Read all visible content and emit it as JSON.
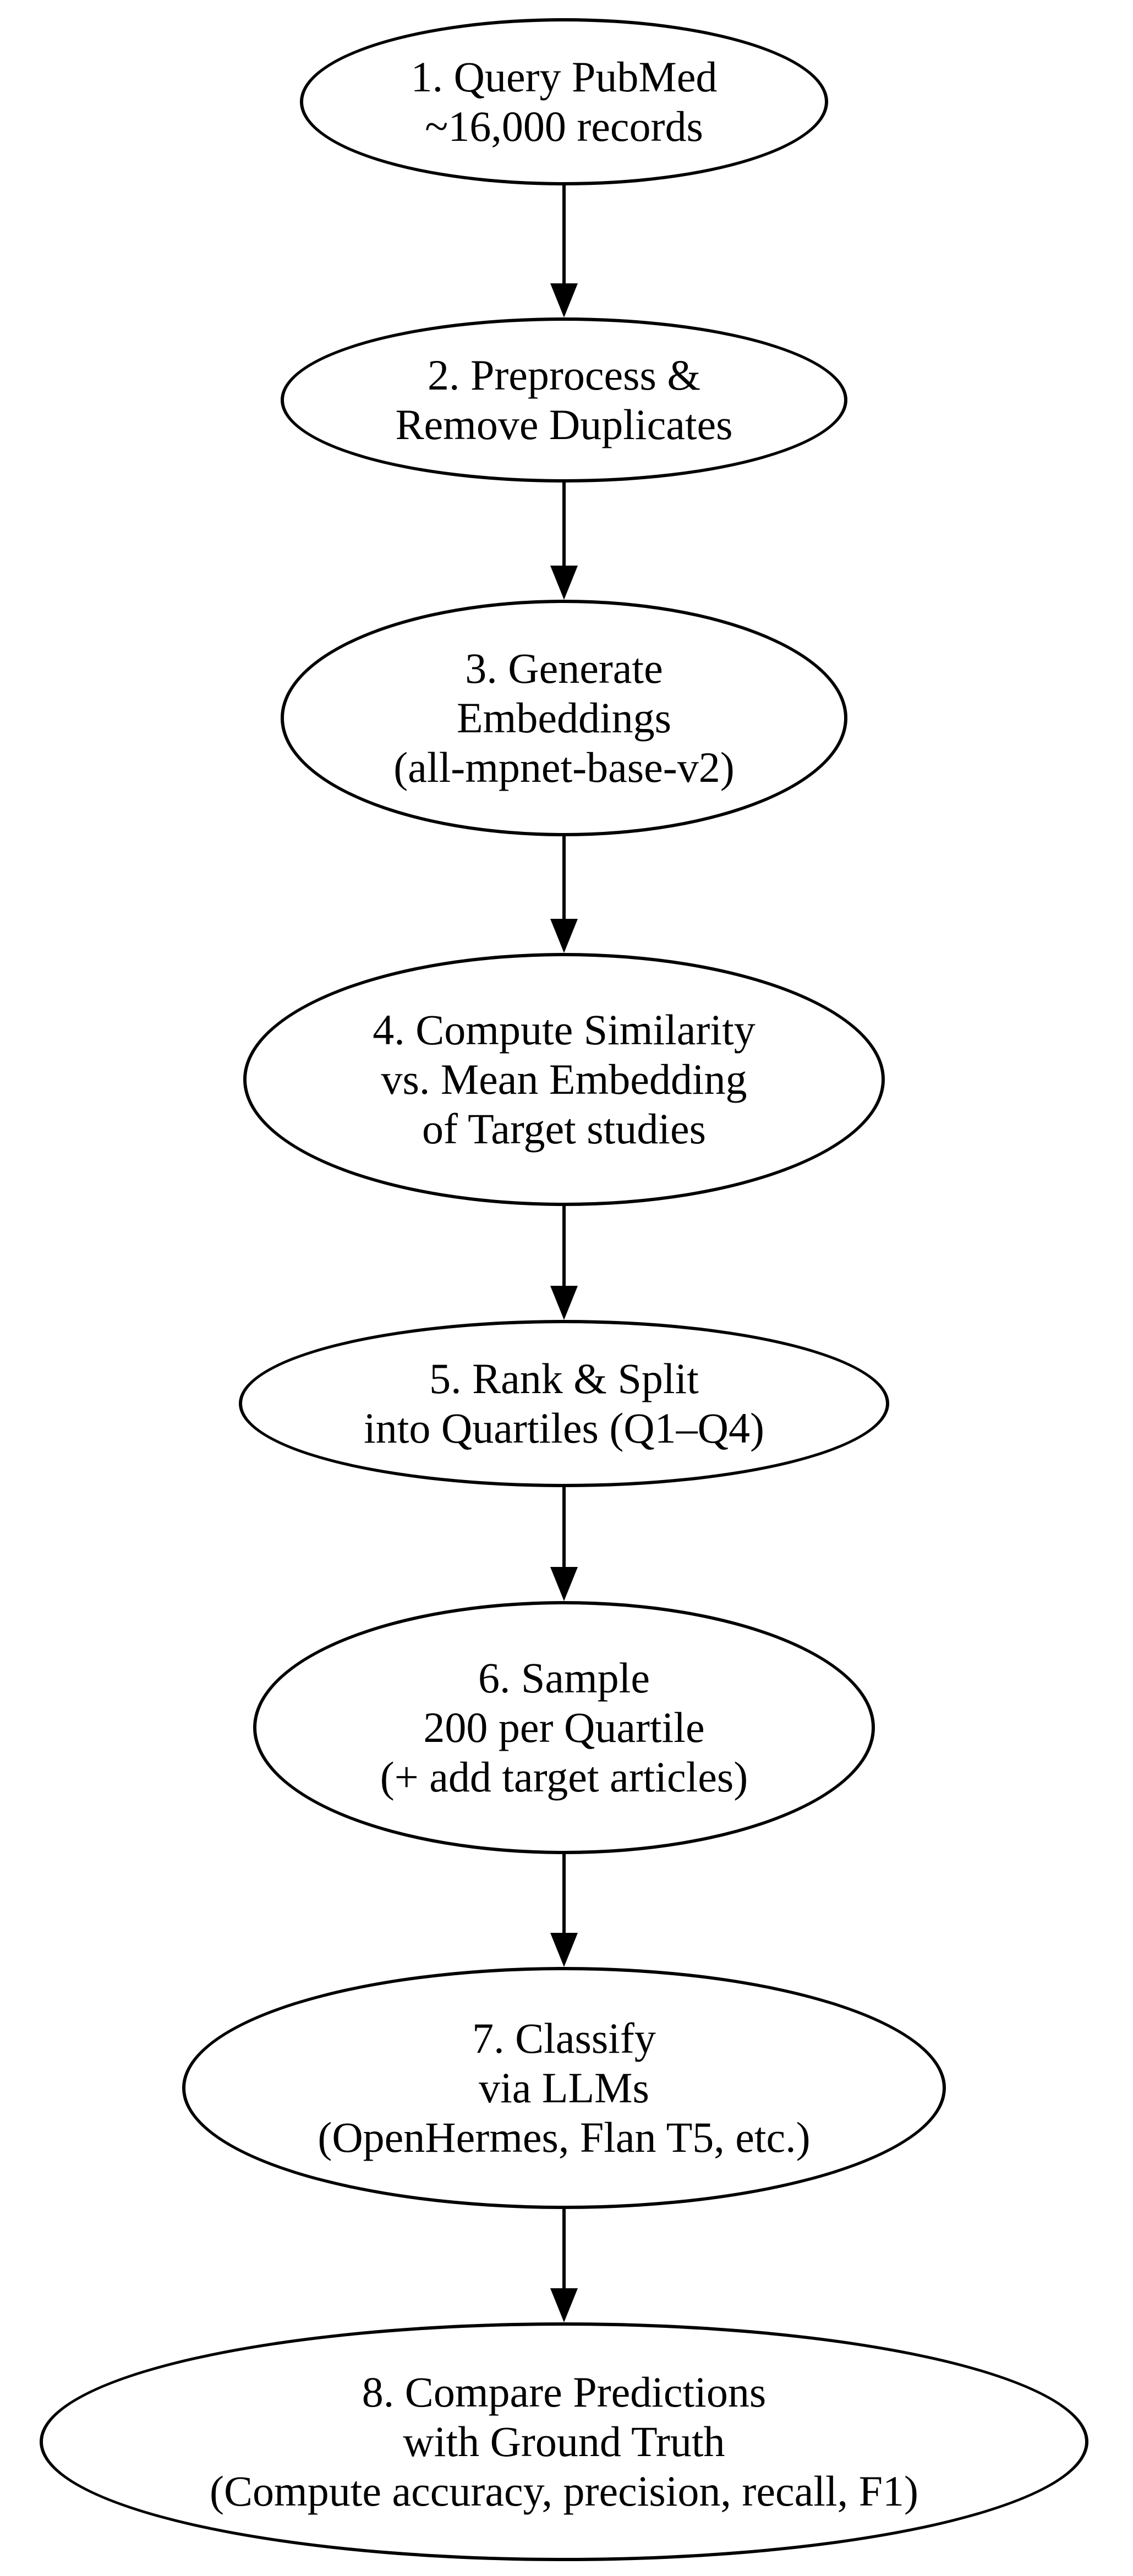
{
  "page": {
    "background_color": "#ffffff",
    "stroke_color": "#000000",
    "text_color": "#000000"
  },
  "diagram": {
    "type": "flowchart",
    "direction": "top-down",
    "node_shape": "ellipse",
    "nodes": [
      {
        "id": "1",
        "text": "1. Query PubMed\n~16,000 records"
      },
      {
        "id": "2",
        "text": "2. Preprocess &\nRemove Duplicates"
      },
      {
        "id": "3",
        "text": "3. Generate\nEmbeddings\n(all-mpnet-base-v2)"
      },
      {
        "id": "4",
        "text": "4. Compute Similarity\nvs. Mean Embedding\nof Target studies"
      },
      {
        "id": "5",
        "text": "5. Rank & Split\ninto Quartiles (Q1–Q4)"
      },
      {
        "id": "6",
        "text": "6. Sample\n200 per Quartile\n(+ add target articles)"
      },
      {
        "id": "7",
        "text": "7. Classify\nvia LLMs\n(OpenHermes, Flan T5, etc.)"
      },
      {
        "id": "8",
        "text": "8. Compare Predictions\nwith Ground Truth\n(Compute accuracy, precision, recall, F1)"
      }
    ],
    "edges": [
      {
        "from": "1",
        "to": "2",
        "style": "solid-arrow-down"
      },
      {
        "from": "2",
        "to": "3",
        "style": "solid-arrow-down"
      },
      {
        "from": "3",
        "to": "4",
        "style": "solid-arrow-down"
      },
      {
        "from": "4",
        "to": "5",
        "style": "solid-arrow-down"
      },
      {
        "from": "5",
        "to": "6",
        "style": "solid-arrow-down"
      },
      {
        "from": "6",
        "to": "7",
        "style": "solid-arrow-down"
      },
      {
        "from": "7",
        "to": "8",
        "style": "solid-arrow-down"
      }
    ]
  }
}
